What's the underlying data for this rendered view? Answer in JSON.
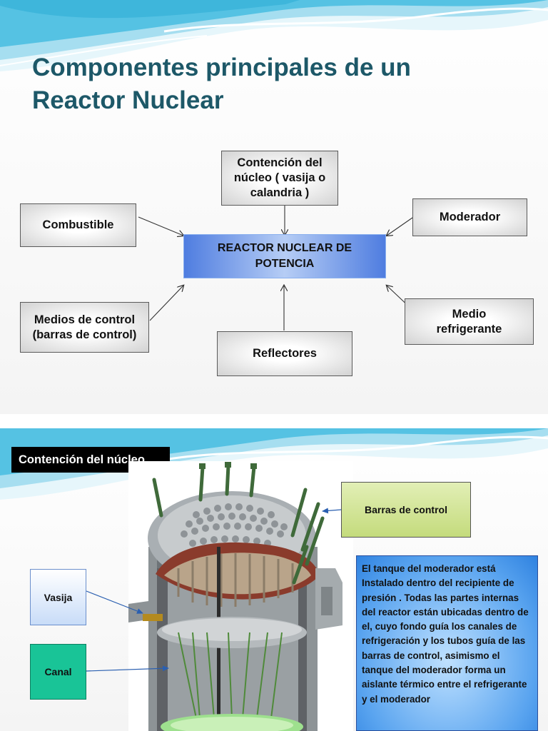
{
  "slide1": {
    "title_line1": "Componentes principales de un",
    "title_line2": "Reactor Nuclear",
    "center_line1": "REACTOR NUCLEAR DE",
    "center_line2": "POTENCIA",
    "nodes": {
      "contencion": [
        "Contención del",
        "núcleo ( vasija o",
        "calandria )"
      ],
      "combustible": "Combustible",
      "moderador": "Moderador",
      "medios_control": [
        "Medios de control",
        "(barras de control)"
      ],
      "reflectores": "Reflectores",
      "medio_refrigerante": [
        "Medio",
        "refrigerante"
      ]
    }
  },
  "slide2": {
    "tag": "Contención del núcleo",
    "labels": {
      "barras": "Barras de control",
      "vasija": "Vasija",
      "canal": "Canal"
    },
    "description": "El tanque del moderador está Instalado dentro del recipiente de presión . Todas las  partes internas del reactor  están ubicadas dentro de el, cuyo fondo guía los canales de refrigeración y los tubos guía de las barras de control, asimismo el tanque del moderador forma un aislante térmico entre el refrigerante y el moderador",
    "colors": {
      "barras_fill": "#cfe28f",
      "vasija_fill": "#dbe9ff",
      "canal_fill": "#19c497",
      "desc_fill": "#58a3ef"
    }
  },
  "colors": {
    "title": "#1d5868",
    "wave": "#2eaed6",
    "center_fill": "#4f7de0"
  }
}
